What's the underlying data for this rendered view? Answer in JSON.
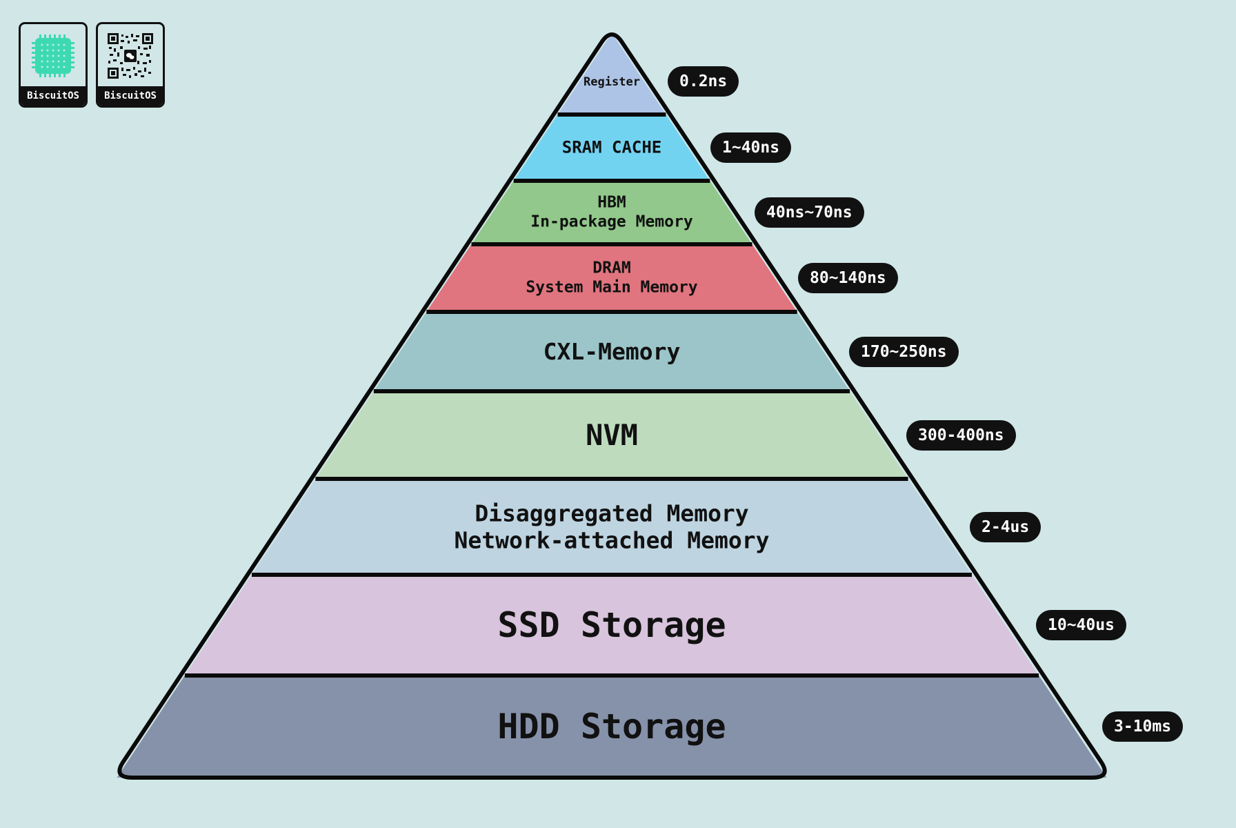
{
  "badges": [
    {
      "label": "BiscuitOS",
      "icon": "biscuit-logo-icon",
      "color": "#3dd9b3"
    },
    {
      "label": "BiscuitOS",
      "icon": "qr-code-icon",
      "color": "#111111"
    }
  ],
  "layers": [
    {
      "name": "Register",
      "lines": [
        "Register"
      ],
      "latency": "0.2ns",
      "color": "#aec4e6"
    },
    {
      "name": "SRAM CACHE",
      "lines": [
        "SRAM CACHE"
      ],
      "latency": "1~40ns",
      "color": "#72d3f1"
    },
    {
      "name": "HBM",
      "lines": [
        "HBM",
        "In-package Memory"
      ],
      "latency": "40ns~70ns",
      "color": "#92c88b"
    },
    {
      "name": "DRAM",
      "lines": [
        "DRAM",
        "System Main Memory"
      ],
      "latency": "80~140ns",
      "color": "#e0757f"
    },
    {
      "name": "CXL-Memory",
      "lines": [
        "CXL-Memory"
      ],
      "latency": "170~250ns",
      "color": "#9bc5c9"
    },
    {
      "name": "NVM",
      "lines": [
        "NVM"
      ],
      "latency": "300-400ns",
      "color": "#bedbbe"
    },
    {
      "name": "Disaggregated Memory",
      "lines": [
        "Disaggregated Memory",
        "Network-attached Memory"
      ],
      "latency": "2-4us",
      "color": "#bed4e1"
    },
    {
      "name": "SSD Storage",
      "lines": [
        "SSD Storage"
      ],
      "latency": "10~40us",
      "color": "#d8c4dc"
    },
    {
      "name": "HDD Storage",
      "lines": [
        "HDD Storage"
      ],
      "latency": "3-10ms",
      "color": "#8692aa"
    }
  ]
}
